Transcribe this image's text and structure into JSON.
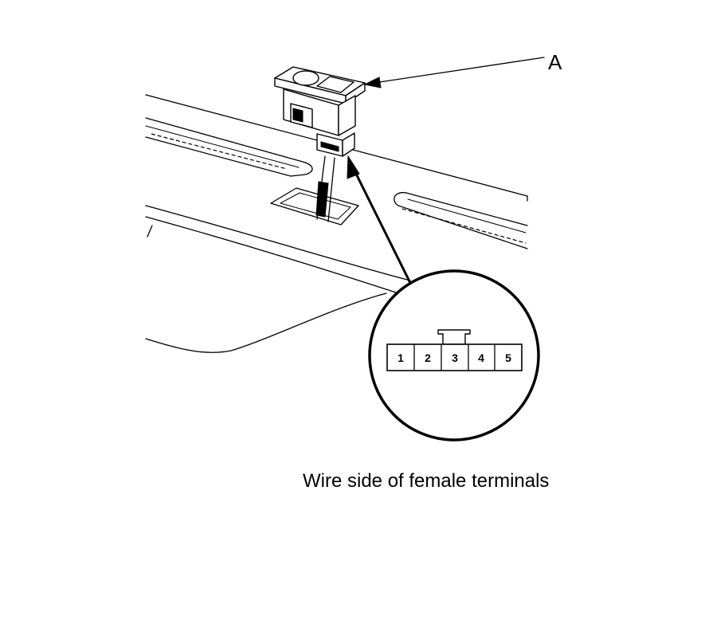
{
  "callout": {
    "label": "A"
  },
  "connector": {
    "pins": [
      "1",
      "2",
      "3",
      "4",
      "5"
    ]
  },
  "caption": "Wire side of female terminals"
}
